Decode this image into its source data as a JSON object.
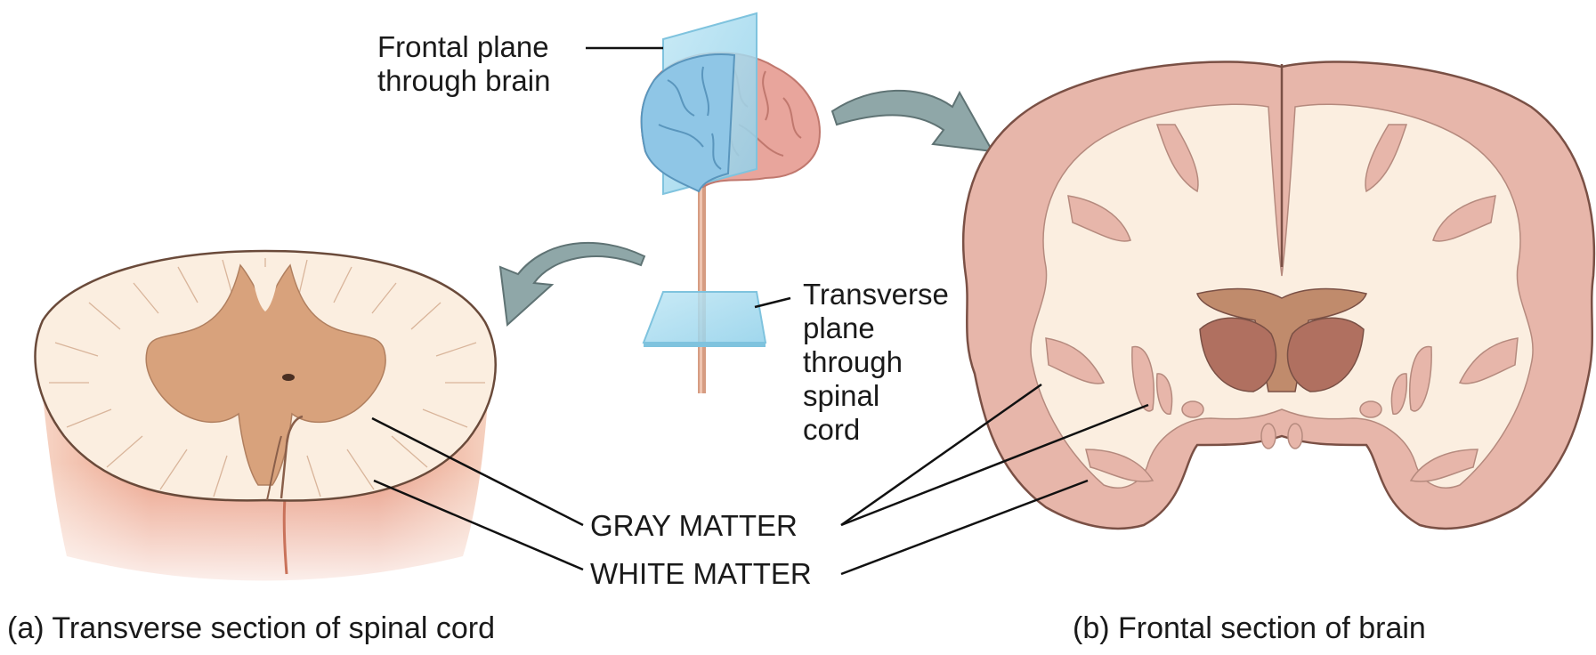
{
  "labels": {
    "frontal_plane": "Frontal plane\nthrough brain",
    "transverse_plane": "Transverse\nplane\nthrough\nspinal\ncord",
    "gray_matter": "GRAY MATTER",
    "white_matter": "WHITE MATTER"
  },
  "captions": {
    "a": "(a) Transverse section of spinal cord",
    "b": "(b) Frontal section of brain"
  },
  "colors": {
    "white_matter": "#fbeee0",
    "gray_matter_cord": "#d8a27c",
    "gray_matter_brain": "#e7b6aa",
    "cord_side": "#eb9f86",
    "brain_surface": "#e8a59c",
    "plane": "#a8dcef",
    "arrow": "#8fa7a8",
    "ventricle": "#a77b63"
  }
}
